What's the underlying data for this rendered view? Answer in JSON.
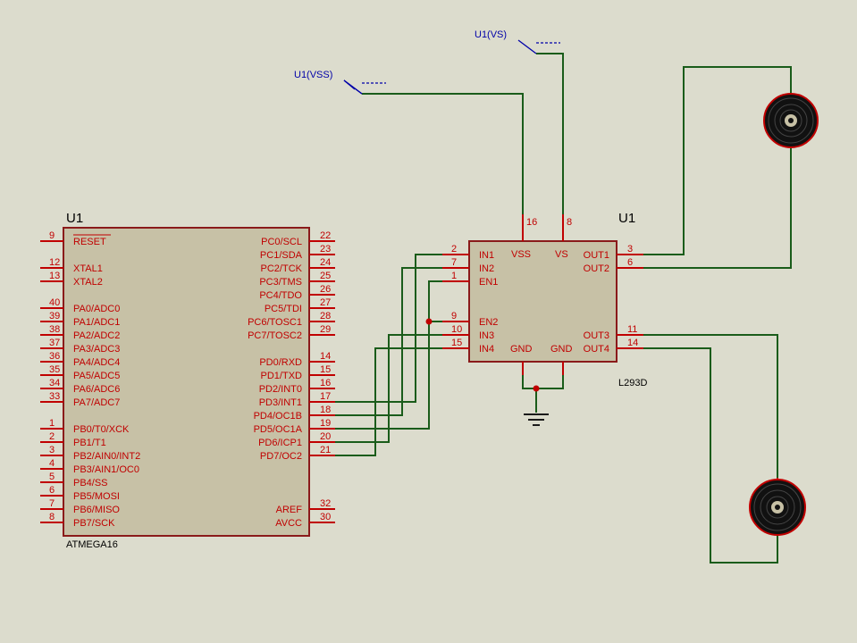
{
  "mcu": {
    "ref": "U1",
    "part": "ATMEGA16",
    "left_pins": [
      {
        "num": "9",
        "name": "RESET"
      },
      {
        "num": "12",
        "name": "XTAL1"
      },
      {
        "num": "13",
        "name": "XTAL2"
      },
      {
        "num": "40",
        "name": "PA0/ADC0"
      },
      {
        "num": "39",
        "name": "PA1/ADC1"
      },
      {
        "num": "38",
        "name": "PA2/ADC2"
      },
      {
        "num": "37",
        "name": "PA3/ADC3"
      },
      {
        "num": "36",
        "name": "PA4/ADC4"
      },
      {
        "num": "35",
        "name": "PA5/ADC5"
      },
      {
        "num": "34",
        "name": "PA6/ADC6"
      },
      {
        "num": "33",
        "name": "PA7/ADC7"
      },
      {
        "num": "1",
        "name": "PB0/T0/XCK"
      },
      {
        "num": "2",
        "name": "PB1/T1"
      },
      {
        "num": "3",
        "name": "PB2/AIN0/INT2"
      },
      {
        "num": "4",
        "name": "PB3/AIN1/OC0"
      },
      {
        "num": "5",
        "name": "PB4/SS"
      },
      {
        "num": "6",
        "name": "PB5/MOSI"
      },
      {
        "num": "7",
        "name": "PB6/MISO"
      },
      {
        "num": "8",
        "name": "PB7/SCK"
      }
    ],
    "right_pins": [
      {
        "num": "22",
        "name": "PC0/SCL"
      },
      {
        "num": "23",
        "name": "PC1/SDA"
      },
      {
        "num": "24",
        "name": "PC2/TCK"
      },
      {
        "num": "25",
        "name": "PC3/TMS"
      },
      {
        "num": "26",
        "name": "PC4/TDO"
      },
      {
        "num": "27",
        "name": "PC5/TDI"
      },
      {
        "num": "28",
        "name": "PC6/TOSC1"
      },
      {
        "num": "29",
        "name": "PC7/TOSC2"
      },
      {
        "num": "14",
        "name": "PD0/RXD"
      },
      {
        "num": "15",
        "name": "PD1/TXD"
      },
      {
        "num": "16",
        "name": "PD2/INT0"
      },
      {
        "num": "17",
        "name": "PD3/INT1"
      },
      {
        "num": "18",
        "name": "PD4/OC1B"
      },
      {
        "num": "19",
        "name": "PD5/OC1A"
      },
      {
        "num": "20",
        "name": "PD6/ICP1"
      },
      {
        "num": "21",
        "name": "PD7/OC2"
      },
      {
        "num": "32",
        "name": "AREF"
      },
      {
        "num": "30",
        "name": "AVCC"
      }
    ]
  },
  "driver": {
    "ref": "U1",
    "part": "L293D",
    "left_pins": [
      {
        "num": "2",
        "name": "IN1"
      },
      {
        "num": "7",
        "name": "IN2"
      },
      {
        "num": "1",
        "name": "EN1"
      },
      {
        "num": "9",
        "name": "EN2"
      },
      {
        "num": "10",
        "name": "IN3"
      },
      {
        "num": "15",
        "name": "IN4"
      }
    ],
    "right_pins": [
      {
        "num": "3",
        "name": "OUT1"
      },
      {
        "num": "6",
        "name": "OUT2"
      },
      {
        "num": "11",
        "name": "OUT3"
      },
      {
        "num": "14",
        "name": "OUT4"
      }
    ],
    "top_pins": [
      {
        "num": "16",
        "name": "VSS"
      },
      {
        "num": "8",
        "name": "VS"
      }
    ],
    "bottom_labels": [
      "GND",
      "GND"
    ]
  },
  "power_labels": {
    "vss": "U1(VSS)",
    "vs": "U1(VS)"
  },
  "colors": {
    "background": "#dcdccd",
    "body_fill": "#c7c1a6",
    "body_stroke": "#8a1a1a",
    "pin": "#c00000",
    "wire": "#1a5c1a",
    "net_label": "#0000a8"
  }
}
